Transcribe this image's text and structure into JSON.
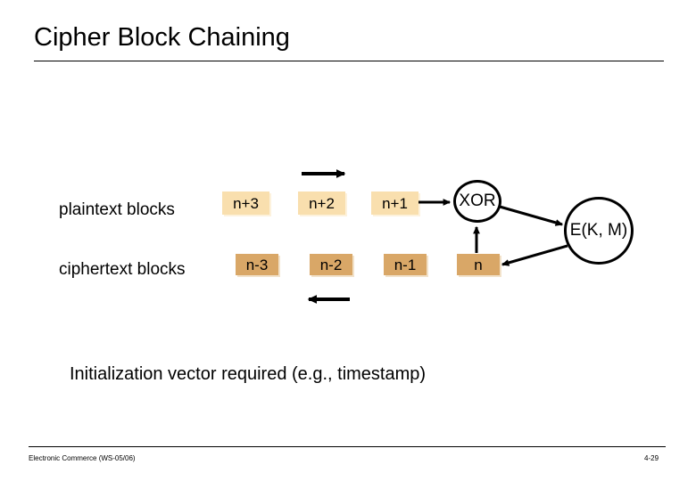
{
  "slide": {
    "title": "Cipher Block Chaining",
    "caption": "Initialization vector required (e.g., timestamp)"
  },
  "diagram": {
    "labels": {
      "plaintext": "plaintext blocks",
      "ciphertext": "ciphertext blocks"
    },
    "plaintext_blocks": [
      {
        "label": "n+3"
      },
      {
        "label": "n+2"
      },
      {
        "label": "n+1"
      }
    ],
    "ciphertext_blocks": [
      {
        "label": "n-3"
      },
      {
        "label": "n-2"
      },
      {
        "label": "n-1"
      },
      {
        "label": "n"
      }
    ],
    "nodes": {
      "xor": "XOR",
      "cipher_function": "E(K, M)"
    },
    "flow_arrows": {
      "plaintext_direction": "right",
      "ciphertext_direction": "left"
    },
    "colors": {
      "plaintext_fill": "#f9dfae",
      "plaintext_shadow": "#fdf2dd",
      "ciphertext_fill": "#d9a767",
      "ciphertext_shadow": "#f2e2ca",
      "stroke": "#000000",
      "background": "#ffffff"
    }
  },
  "footer": {
    "course": "Electronic Commerce (WS-05/06)",
    "page": "4-29"
  }
}
